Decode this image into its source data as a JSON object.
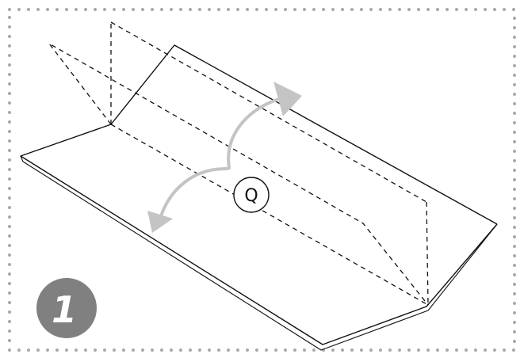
{
  "step_number": "1",
  "fold_marker": "Q",
  "colors": {
    "background": "#ffffff",
    "border_dots": "#a9a9a9",
    "paper_line": "#111111",
    "fold_arrow": "#c4c4c4",
    "step_badge": "#808080",
    "step_text": "#ffffff"
  },
  "icons": {
    "border": "dotted-border",
    "arrow_up": "curved-arrow-up-right-icon",
    "arrow_down": "curved-arrow-down-left-icon",
    "marker": "circle-label-icon",
    "badge": "step-badge-circle"
  }
}
